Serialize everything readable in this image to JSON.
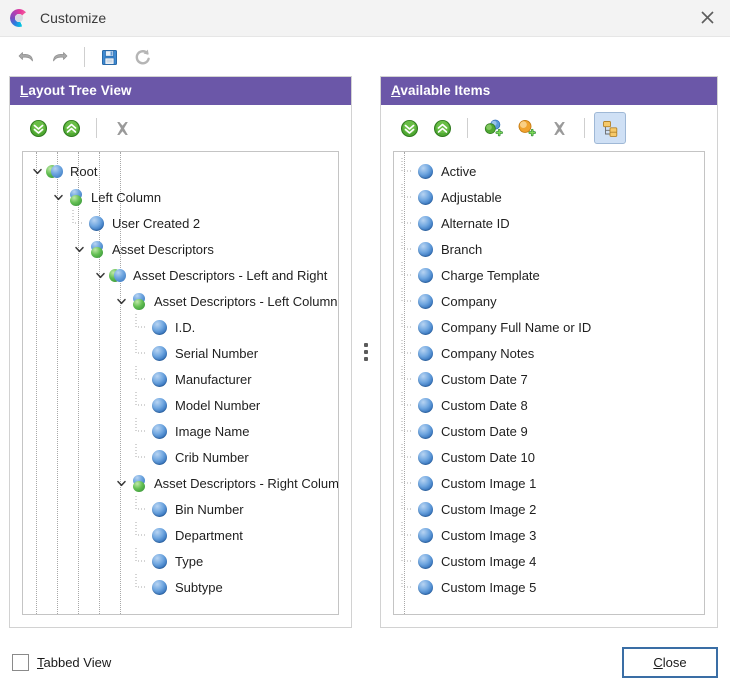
{
  "window": {
    "title": "Customize",
    "app_icon": "app-logo-icon",
    "close_icon": "window-close-icon"
  },
  "toolbar": {
    "buttons": [
      {
        "name": "undo-button",
        "icon": "undo-arrow-icon"
      },
      {
        "name": "redo-button",
        "icon": "redo-arrow-icon"
      },
      {
        "name": "save-button",
        "icon": "floppy-disk-save-icon"
      },
      {
        "name": "reset-button",
        "icon": "reset-circular-arrow-icon"
      }
    ]
  },
  "layout_panel": {
    "title": "Layout Tree View",
    "title_mnemonic": "L",
    "toolbar": [
      {
        "name": "expand-all-button",
        "icon": "expand-all-green-icon"
      },
      {
        "name": "collapse-all-button",
        "icon": "collapse-all-green-icon"
      },
      {
        "name": "delete-node-button",
        "icon": "delete-x-icon"
      }
    ],
    "tree": [
      {
        "label": "Root",
        "depth": 0,
        "icon": "split-horizontal-icon",
        "expanded": true
      },
      {
        "label": "Left Column",
        "depth": 1,
        "icon": "split-vertical-icon",
        "expanded": true
      },
      {
        "label": "User Created 2",
        "depth": 2,
        "icon": "leaf-sphere-icon",
        "expanded": null
      },
      {
        "label": "Asset Descriptors",
        "depth": 2,
        "icon": "split-vertical-icon",
        "expanded": true
      },
      {
        "label": "Asset Descriptors - Left and Right",
        "depth": 3,
        "icon": "split-horizontal-icon",
        "expanded": true
      },
      {
        "label": "Asset Descriptors - Left Column",
        "depth": 4,
        "icon": "split-vertical-icon",
        "expanded": true
      },
      {
        "label": "I.D.",
        "depth": 5,
        "icon": "leaf-sphere-icon",
        "expanded": null
      },
      {
        "label": "Serial Number",
        "depth": 5,
        "icon": "leaf-sphere-icon",
        "expanded": null
      },
      {
        "label": "Manufacturer",
        "depth": 5,
        "icon": "leaf-sphere-icon",
        "expanded": null
      },
      {
        "label": "Model Number",
        "depth": 5,
        "icon": "leaf-sphere-icon",
        "expanded": null
      },
      {
        "label": "Image Name",
        "depth": 5,
        "icon": "leaf-sphere-icon",
        "expanded": null
      },
      {
        "label": "Crib Number",
        "depth": 5,
        "icon": "leaf-sphere-icon",
        "expanded": null
      },
      {
        "label": "Asset Descriptors - Right Column",
        "depth": 4,
        "icon": "split-vertical-icon",
        "expanded": true
      },
      {
        "label": "Bin Number",
        "depth": 5,
        "icon": "leaf-sphere-icon",
        "expanded": null
      },
      {
        "label": "Department",
        "depth": 5,
        "icon": "leaf-sphere-icon",
        "expanded": null
      },
      {
        "label": "Type",
        "depth": 5,
        "icon": "leaf-sphere-icon",
        "expanded": null
      },
      {
        "label": "Subtype",
        "depth": 5,
        "icon": "leaf-sphere-icon",
        "expanded": null
      }
    ]
  },
  "available_panel": {
    "title": "Available Items",
    "title_mnemonic": "A",
    "toolbar": [
      {
        "name": "expand-all-button",
        "icon": "expand-all-green-icon"
      },
      {
        "name": "collapse-all-button",
        "icon": "collapse-all-green-icon"
      },
      {
        "name": "add-item-button",
        "icon": "add-blue-green-sphere-icon"
      },
      {
        "name": "add-group-button",
        "icon": "add-orange-sphere-icon"
      },
      {
        "name": "delete-item-button",
        "icon": "delete-x-icon"
      },
      {
        "name": "toggle-tree-view-button",
        "icon": "tree-structure-icon",
        "active": true
      }
    ],
    "items": [
      "Active",
      "Adjustable",
      "Alternate ID",
      "Branch",
      "Charge Template",
      "Company",
      "Company Full Name or ID",
      "Company Notes",
      "Custom Date 7",
      "Custom Date 8",
      "Custom Date 9",
      "Custom Date 10",
      "Custom Image 1",
      "Custom Image 2",
      "Custom Image 3",
      "Custom Image 4",
      "Custom Image 5"
    ]
  },
  "splitter": {
    "name": "panel-splitter",
    "icon": "drag-grip-icon"
  },
  "footer": {
    "tabbed_view_label": "Tabbed View",
    "tabbed_view_mnemonic": "T",
    "tabbed_view_checked": false,
    "close_label": "Close",
    "close_mnemonic": "C"
  },
  "colors": {
    "panel_header": "#6b57a8",
    "button_focus_border": "#3a6ea5",
    "titlebar_bg": "#f3f3f3"
  }
}
